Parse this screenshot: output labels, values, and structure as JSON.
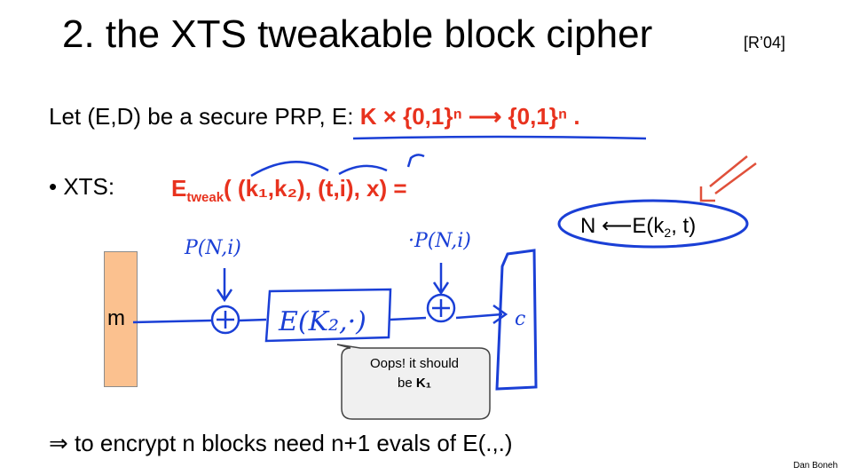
{
  "title": "2.  the XTS tweakable block cipher",
  "reference": "[R’04]",
  "line1": {
    "prefix": "Let (E,D) be a secure PRP,   E:  ",
    "formula": "K × {0,1}ⁿ ⟶ {0,1}ⁿ ."
  },
  "xts": {
    "bullet": "•  XTS:",
    "e": "E",
    "sub": "tweak",
    "args": "( (k₁,k₂),  (t,i),  x) ="
  },
  "diagram": {
    "m_label": "m",
    "n_label": "N ⟵E(k",
    "n_sub": "2",
    "n_tail": ", t)",
    "bubble_line1": "Oops! it should",
    "bubble_line2": "be ",
    "bubble_k": "K₁"
  },
  "bottom": "⇒  to encrypt  n  blocks need   n+1   evals of  E(.,.)",
  "credit": "Dan Boneh",
  "colors": {
    "red": "#e8321e",
    "ink": "#1a3fd6",
    "handred": "#e0503a",
    "block": "#fbc18f"
  }
}
